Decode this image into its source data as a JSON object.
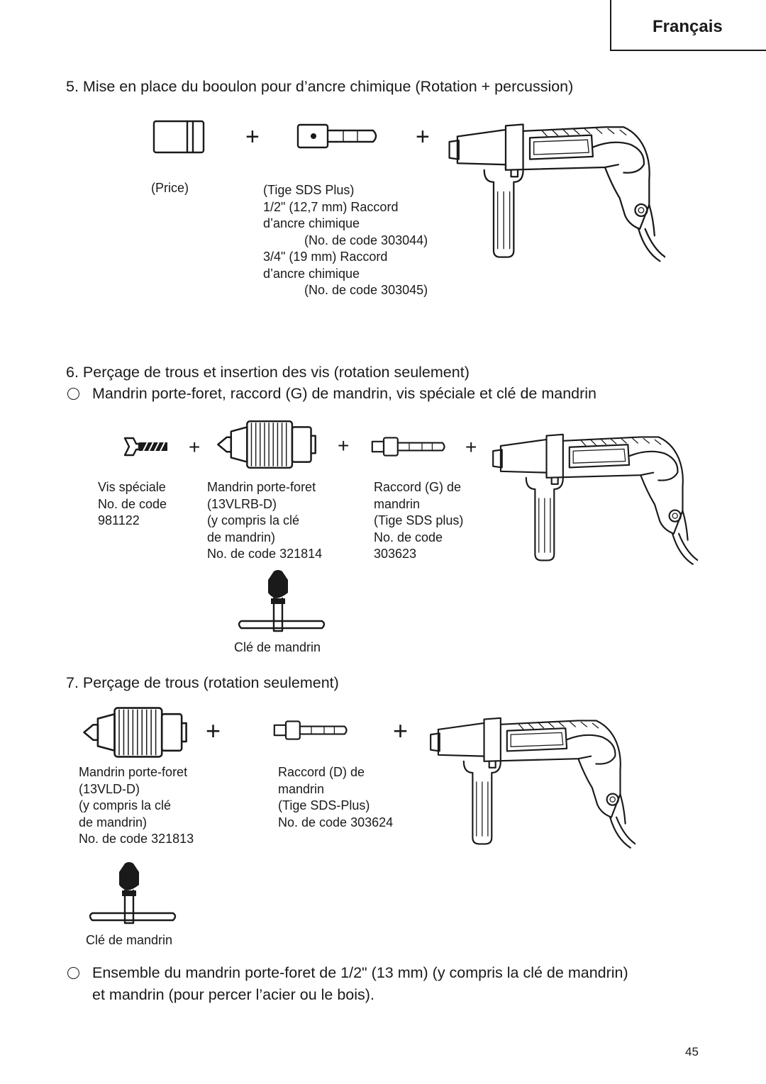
{
  "header": {
    "language": "Français"
  },
  "section5": {
    "heading": "5. Mise en place du booulon pour d’ancre chimique (Rotation + percussion)",
    "plus": "+",
    "socket_label": "(Price)",
    "adapter_lines": [
      "(Tige SDS Plus)",
      "1/2\" (12,7 mm) Raccord",
      "d’ancre chimique",
      "(No. de code 303044)",
      "3/4\" (19 mm) Raccord",
      "d’ancre chimique",
      "(No. de code 303045)"
    ]
  },
  "section6": {
    "heading": "6. Perçage de trous et insertion des vis (rotation seulement)",
    "bullet_text": "Mandrin porte-foret, raccord (G) de mandrin, vis spéciale et clé de mandrin",
    "plus": "+",
    "screw_lines": [
      "Vis spéciale",
      "No. de code",
      "981122"
    ],
    "chuck_lines": [
      "Mandrin porte-foret",
      "(13VLRB-D)",
      "(y compris la clé",
      "de mandrin)",
      "No. de code 321814"
    ],
    "adapter_lines": [
      "Raccord (G) de",
      "mandrin",
      "(Tige SDS plus)",
      "No. de code",
      "303623"
    ],
    "key_label": "Clé de mandrin"
  },
  "section7": {
    "heading": "7. Perçage de trous (rotation seulement)",
    "plus": "+",
    "chuck_lines": [
      "Mandrin porte-foret",
      "(13VLD-D)",
      "(y compris la clé",
      "de mandrin)",
      "No. de code 321813"
    ],
    "adapter_lines": [
      "Raccord (D) de",
      "mandrin",
      "(Tige SDS-Plus)",
      "No. de code 303624"
    ],
    "key_label": "Clé de mandrin"
  },
  "footer_note": {
    "lines": [
      "Ensemble du mandrin porte-foret de 1/2\" (13 mm) (y compris la clé de mandrin)",
      "et mandrin (pour percer l’acier ou le bois)."
    ]
  },
  "page_number": "45"
}
